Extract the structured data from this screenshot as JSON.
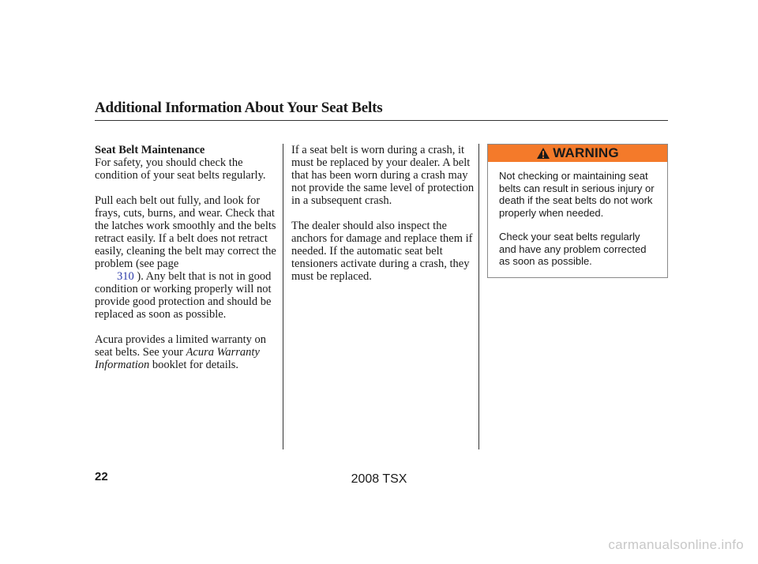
{
  "header": {
    "title": "Additional Information About Your Seat Belts"
  },
  "left_column": {
    "heading": "Seat Belt Maintenance",
    "p1": "For safety, you should check the condition of your seat belts regularly.",
    "p2_a": "Pull each belt out fully, and look for frays, cuts, burns, and wear. Check that the latches work smoothly and the belts retract easily. If a belt does not retract easily, cleaning the belt may correct the problem (see page",
    "p2_link": "310",
    "p2_b": "). Any belt that is not in good condition or working properly will not provide good protection and should be replaced as soon as possible.",
    "p3_a": "Acura provides a limited warranty on seat belts. See your",
    "p3_italic": "Acura Warranty Information",
    "p3_b": "booklet for details."
  },
  "middle_column": {
    "p1": "If a seat belt is worn during a crash, it must be replaced by your dealer. A belt that has been worn during a crash may not provide the same level of protection in a subsequent crash.",
    "p2": "The dealer should also inspect the anchors for damage and replace them if needed. If the automatic seat belt tensioners activate during a crash, they must be replaced."
  },
  "warning": {
    "label": "WARNING",
    "icon": "warning-triangle-icon",
    "header_color": "#f47a2a",
    "p1": "Not checking or maintaining seat belts can result in serious injury or death if the seat belts do not work properly when needed.",
    "p2": "Check your seat belts regularly and have any problem corrected as soon as possible."
  },
  "footer": {
    "page_number": "22",
    "model": "2008  TSX",
    "watermark": "carmanualsonline.info"
  }
}
